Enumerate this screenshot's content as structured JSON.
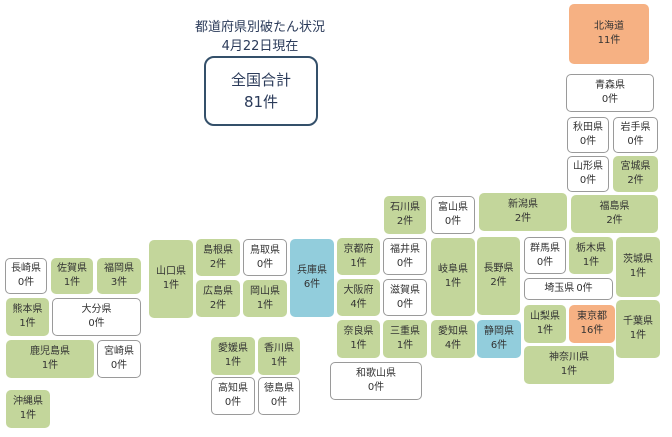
{
  "header": {
    "title": "都道府県別破たん状況",
    "date": "4月22日現在"
  },
  "total": {
    "label": "全国合計",
    "value": "81件"
  },
  "legend_colors": {
    "many": "#f6b183",
    "some": "#c3d69b",
    "none": "#ffffff",
    "highlight": "#92cddc"
  },
  "prefectures": {
    "hokkaido": {
      "name": "北海道",
      "count": "11件"
    },
    "aomori": {
      "name": "青森県",
      "count": "0件"
    },
    "akita": {
      "name": "秋田県",
      "count": "0件"
    },
    "iwate": {
      "name": "岩手県",
      "count": "0件"
    },
    "yamagata": {
      "name": "山形県",
      "count": "0件"
    },
    "miyagi": {
      "name": "宮城県",
      "count": "2件"
    },
    "ishikawa": {
      "name": "石川県",
      "count": "2件"
    },
    "toyama": {
      "name": "富山県",
      "count": "0件"
    },
    "niigata": {
      "name": "新潟県",
      "count": "2件"
    },
    "fukushima": {
      "name": "福島県",
      "count": "2件"
    },
    "nagasaki": {
      "name": "長崎県",
      "count": "0件"
    },
    "saga": {
      "name": "佐賀県",
      "count": "1件"
    },
    "fukuoka": {
      "name": "福岡県",
      "count": "3件"
    },
    "yamaguchi": {
      "name": "山口県",
      "count": "1件"
    },
    "shimane": {
      "name": "島根県",
      "count": "2件"
    },
    "tottori": {
      "name": "鳥取県",
      "count": "0件"
    },
    "hyogo": {
      "name": "兵庫県",
      "count": "6件"
    },
    "kyoto": {
      "name": "京都府",
      "count": "1件"
    },
    "fukui": {
      "name": "福井県",
      "count": "0件"
    },
    "gifu": {
      "name": "岐阜県",
      "count": "1件"
    },
    "nagano": {
      "name": "長野県",
      "count": "2件"
    },
    "gunma": {
      "name": "群馬県",
      "count": "0件"
    },
    "tochigi": {
      "name": "栃木県",
      "count": "1件"
    },
    "ibaraki": {
      "name": "茨城県",
      "count": "1件"
    },
    "hiroshima": {
      "name": "広島県",
      "count": "2件"
    },
    "okayama": {
      "name": "岡山県",
      "count": "1件"
    },
    "osaka": {
      "name": "大阪府",
      "count": "4件"
    },
    "shiga": {
      "name": "滋賀県",
      "count": "0件"
    },
    "saitama": {
      "name": "埼玉県",
      "count": "0件"
    },
    "kumamoto": {
      "name": "熊本県",
      "count": "1件"
    },
    "oita": {
      "name": "大分県",
      "count": "0件"
    },
    "yamanashi": {
      "name": "山梨県",
      "count": "1件"
    },
    "tokyo": {
      "name": "東京都",
      "count": "16件"
    },
    "chiba": {
      "name": "千葉県",
      "count": "1件"
    },
    "kagoshima": {
      "name": "鹿児島県",
      "count": "1件"
    },
    "miyazaki": {
      "name": "宮崎県",
      "count": "0件"
    },
    "ehime": {
      "name": "愛媛県",
      "count": "1件"
    },
    "kagawa": {
      "name": "香川県",
      "count": "1件"
    },
    "nara": {
      "name": "奈良県",
      "count": "1件"
    },
    "mie": {
      "name": "三重県",
      "count": "1件"
    },
    "aichi": {
      "name": "愛知県",
      "count": "4件"
    },
    "shizuoka": {
      "name": "静岡県",
      "count": "6件"
    },
    "kanagawa": {
      "name": "神奈川県",
      "count": "1件"
    },
    "kochi": {
      "name": "高知県",
      "count": "0件"
    },
    "tokushima": {
      "name": "徳島県",
      "count": "0件"
    },
    "wakayama": {
      "name": "和歌山県",
      "count": "0件"
    },
    "okinawa": {
      "name": "沖縄県",
      "count": "1件"
    }
  }
}
